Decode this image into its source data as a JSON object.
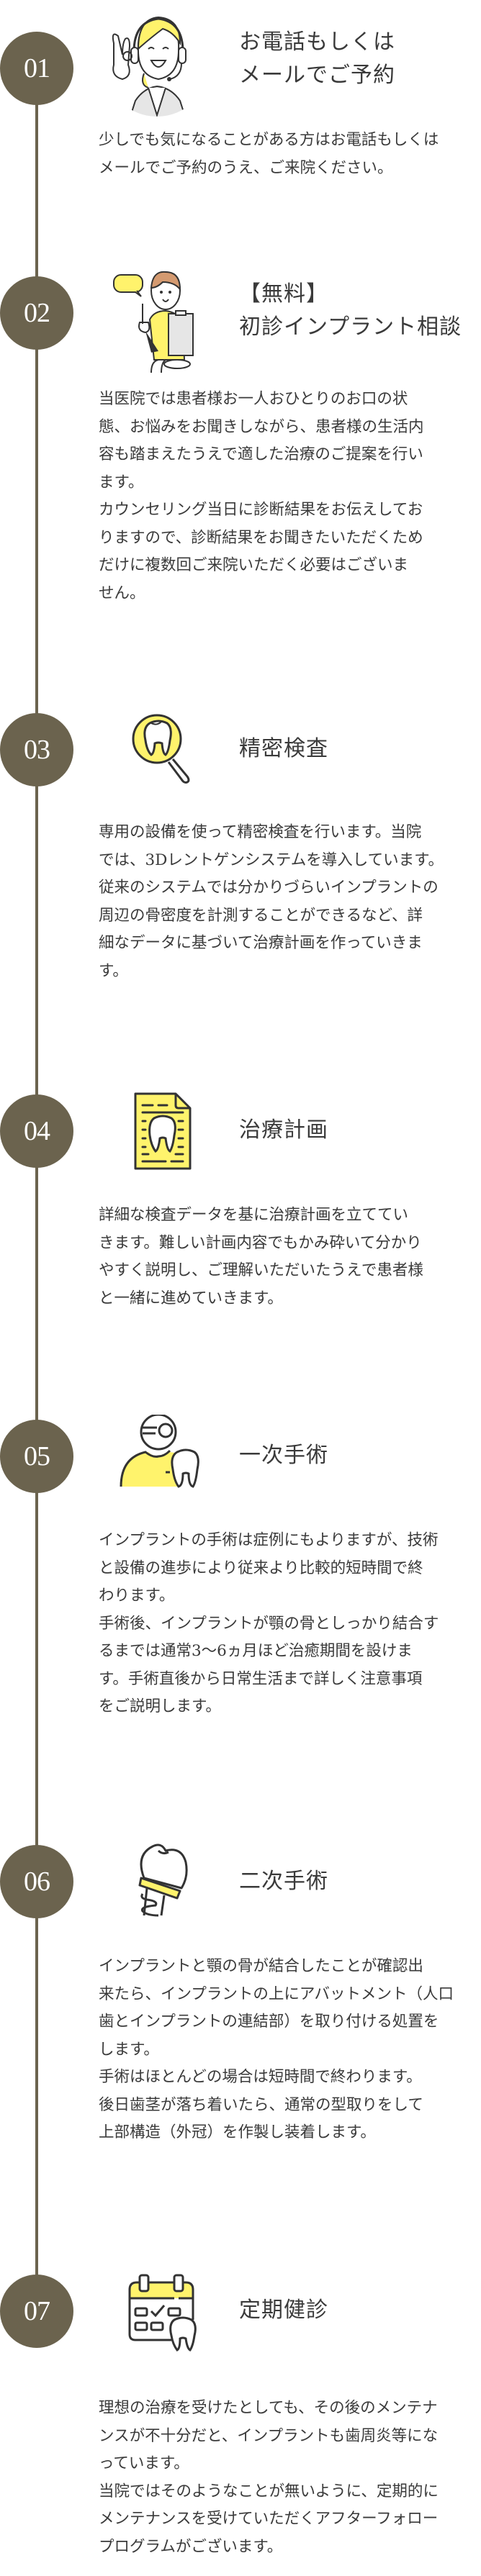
{
  "colors": {
    "accent": "#6b634e",
    "highlight": "#fff36c",
    "text": "#3a3a3a",
    "background": "#ffffff"
  },
  "steps": [
    {
      "number": "01",
      "icon": "operator-woman-headset-icon",
      "title": "お電話もしくは\nメールでご予約",
      "body": "少しでも気になることがある方はお電話もしくは\nメールでご予約のうえ、ご来院ください。"
    },
    {
      "number": "02",
      "icon": "counselor-clipboard-icon",
      "title": "【無料】\n初診インプラント相談",
      "body": "当医院では患者様お一人おひとりのお口の状\n態、お悩みをお聞きしながら、患者様の生活内\n容も踏まえたうえで適した治療のご提案を行い\nます。\nカウンセリング当日に診断結果をお伝えしてお\nりますので、診断結果をお聞きたいただくため\nだけに複数回ご来院いただく必要はございま\nせん。"
    },
    {
      "number": "03",
      "icon": "tooth-magnifier-icon",
      "title": "精密検査",
      "body": "専用の設備を使って精密検査を行います。当院\nでは、3Dレントゲンシステムを導入しています。\n従来のシステムでは分かりづらいインプラントの\n周辺の骨密度を計測することができるなど、詳\n細なデータに基づいて治療計画を作っていきま\nす。"
    },
    {
      "number": "04",
      "icon": "tooth-document-icon",
      "title": "治療計画",
      "body": "詳細な検査データを基に治療計画を立ててい\nきます。難しい計画内容でもかみ砕いて分かり\nやすく説明し、ご理解いただいたうえで患者様\nと一緒に進めていきます。"
    },
    {
      "number": "05",
      "icon": "dentist-tooth-icon",
      "title": "一次手術",
      "body": "インプラントの手術は症例にもよりますが、技術\nと設備の進歩により従来より比較的短時間で終\nわります。\n手術後、インプラントが顎の骨としっかり結合す\nるまでは通常3〜6ヵ月ほど治癒期間を設けま\nす。手術直後から日常生活まで詳しく注意事項\nをご説明します。"
    },
    {
      "number": "06",
      "icon": "dental-implant-icon",
      "title": "二次手術",
      "body": "インプラントと顎の骨が結合したことが確認出\n来たら、インプラントの上にアバットメント（人口\n歯とインプラントの連結部）を取り付ける処置を\nします。\n手術はほとんどの場合は短時間で終わります。\n後日歯茎が落ち着いたら、通常の型取りをして\n上部構造（外冠）を作製し装着します。"
    },
    {
      "number": "07",
      "icon": "calendar-tooth-icon",
      "title": "定期健診",
      "body": "理想の治療を受けたとしても、その後のメンテナ\nンスが不十分だと、インプラントも歯周炎等にな\nっています。\n当院ではそのようなことが無いように、定期的に\nメンテナンスを受けていただくアフターフォロー\nプログラムがございます。"
    }
  ]
}
